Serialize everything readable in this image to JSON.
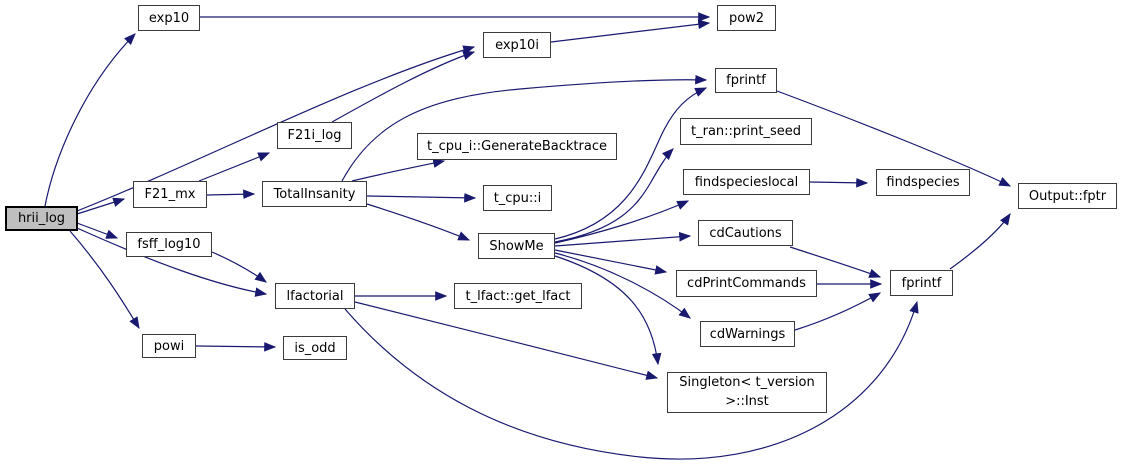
{
  "diagram": {
    "type": "call-graph",
    "colors": {
      "edge": "#191970",
      "node_border": "#3b3b3b",
      "node_fill": "#ffffff",
      "highlight_fill": "#bfbfbf",
      "text": "#000000",
      "background": "#ffffff"
    },
    "nodes": {
      "hrii_log": {
        "label": "hrii_log",
        "highlighted": true
      },
      "exp10": {
        "label": "exp10"
      },
      "pow2": {
        "label": "pow2"
      },
      "exp10i": {
        "label": "exp10i"
      },
      "fprintf_top": {
        "label": "fprintf"
      },
      "t_ran_print_seed": {
        "label": "t_ran::print_seed"
      },
      "F21i_log": {
        "label": "F21i_log"
      },
      "t_cpu_i_GenerateBacktrace": {
        "label": "t_cpu_i::GenerateBacktrace"
      },
      "findspecieslocal": {
        "label": "findspecieslocal"
      },
      "findspecies": {
        "label": "findspecies"
      },
      "Output_fptr": {
        "label": "Output::fptr"
      },
      "F21_mx": {
        "label": "F21_mx"
      },
      "TotalInsanity": {
        "label": "TotalInsanity"
      },
      "t_cpu_i": {
        "label": "t_cpu::i"
      },
      "fsff_log10": {
        "label": "fsff_log10"
      },
      "ShowMe": {
        "label": "ShowMe"
      },
      "cdCautions": {
        "label": "cdCautions"
      },
      "cdPrintCommands": {
        "label": "cdPrintCommands"
      },
      "fprintf_bottom": {
        "label": "fprintf"
      },
      "lfactorial": {
        "label": "lfactorial"
      },
      "t_lfact_get_lfact": {
        "label": "t_lfact::get_lfact"
      },
      "cdWarnings": {
        "label": "cdWarnings"
      },
      "powi": {
        "label": "powi"
      },
      "is_odd": {
        "label": "is_odd"
      },
      "Singleton_Inst": {
        "label": "Singleton< t_version >::Inst"
      }
    },
    "edges": [
      {
        "from": "hrii_log",
        "to": "exp10"
      },
      {
        "from": "hrii_log",
        "to": "exp10i"
      },
      {
        "from": "hrii_log",
        "to": "F21_mx"
      },
      {
        "from": "hrii_log",
        "to": "fsff_log10"
      },
      {
        "from": "hrii_log",
        "to": "lfactorial"
      },
      {
        "from": "hrii_log",
        "to": "powi"
      },
      {
        "from": "exp10",
        "to": "pow2"
      },
      {
        "from": "exp10i",
        "to": "pow2"
      },
      {
        "from": "F21_mx",
        "to": "F21i_log"
      },
      {
        "from": "F21_mx",
        "to": "TotalInsanity"
      },
      {
        "from": "F21i_log",
        "to": "exp10i"
      },
      {
        "from": "TotalInsanity",
        "to": "t_cpu_i_GenerateBacktrace"
      },
      {
        "from": "TotalInsanity",
        "to": "t_cpu_i"
      },
      {
        "from": "TotalInsanity",
        "to": "ShowMe"
      },
      {
        "from": "TotalInsanity",
        "to": "fprintf_top"
      },
      {
        "from": "fsff_log10",
        "to": "lfactorial"
      },
      {
        "from": "lfactorial",
        "to": "t_lfact_get_lfact"
      },
      {
        "from": "lfactorial",
        "to": "Singleton_Inst"
      },
      {
        "from": "lfactorial",
        "to": "fprintf_bottom"
      },
      {
        "from": "powi",
        "to": "is_odd"
      },
      {
        "from": "ShowMe",
        "to": "fprintf_top"
      },
      {
        "from": "ShowMe",
        "to": "t_ran_print_seed"
      },
      {
        "from": "ShowMe",
        "to": "findspecieslocal"
      },
      {
        "from": "ShowMe",
        "to": "cdCautions"
      },
      {
        "from": "ShowMe",
        "to": "cdPrintCommands"
      },
      {
        "from": "ShowMe",
        "to": "cdWarnings"
      },
      {
        "from": "ShowMe",
        "to": "Singleton_Inst"
      },
      {
        "from": "findspecieslocal",
        "to": "findspecies"
      },
      {
        "from": "cdCautions",
        "to": "fprintf_bottom"
      },
      {
        "from": "cdPrintCommands",
        "to": "fprintf_bottom"
      },
      {
        "from": "cdWarnings",
        "to": "fprintf_bottom"
      },
      {
        "from": "fprintf_top",
        "to": "Output_fptr"
      },
      {
        "from": "fprintf_bottom",
        "to": "Output_fptr"
      }
    ]
  }
}
